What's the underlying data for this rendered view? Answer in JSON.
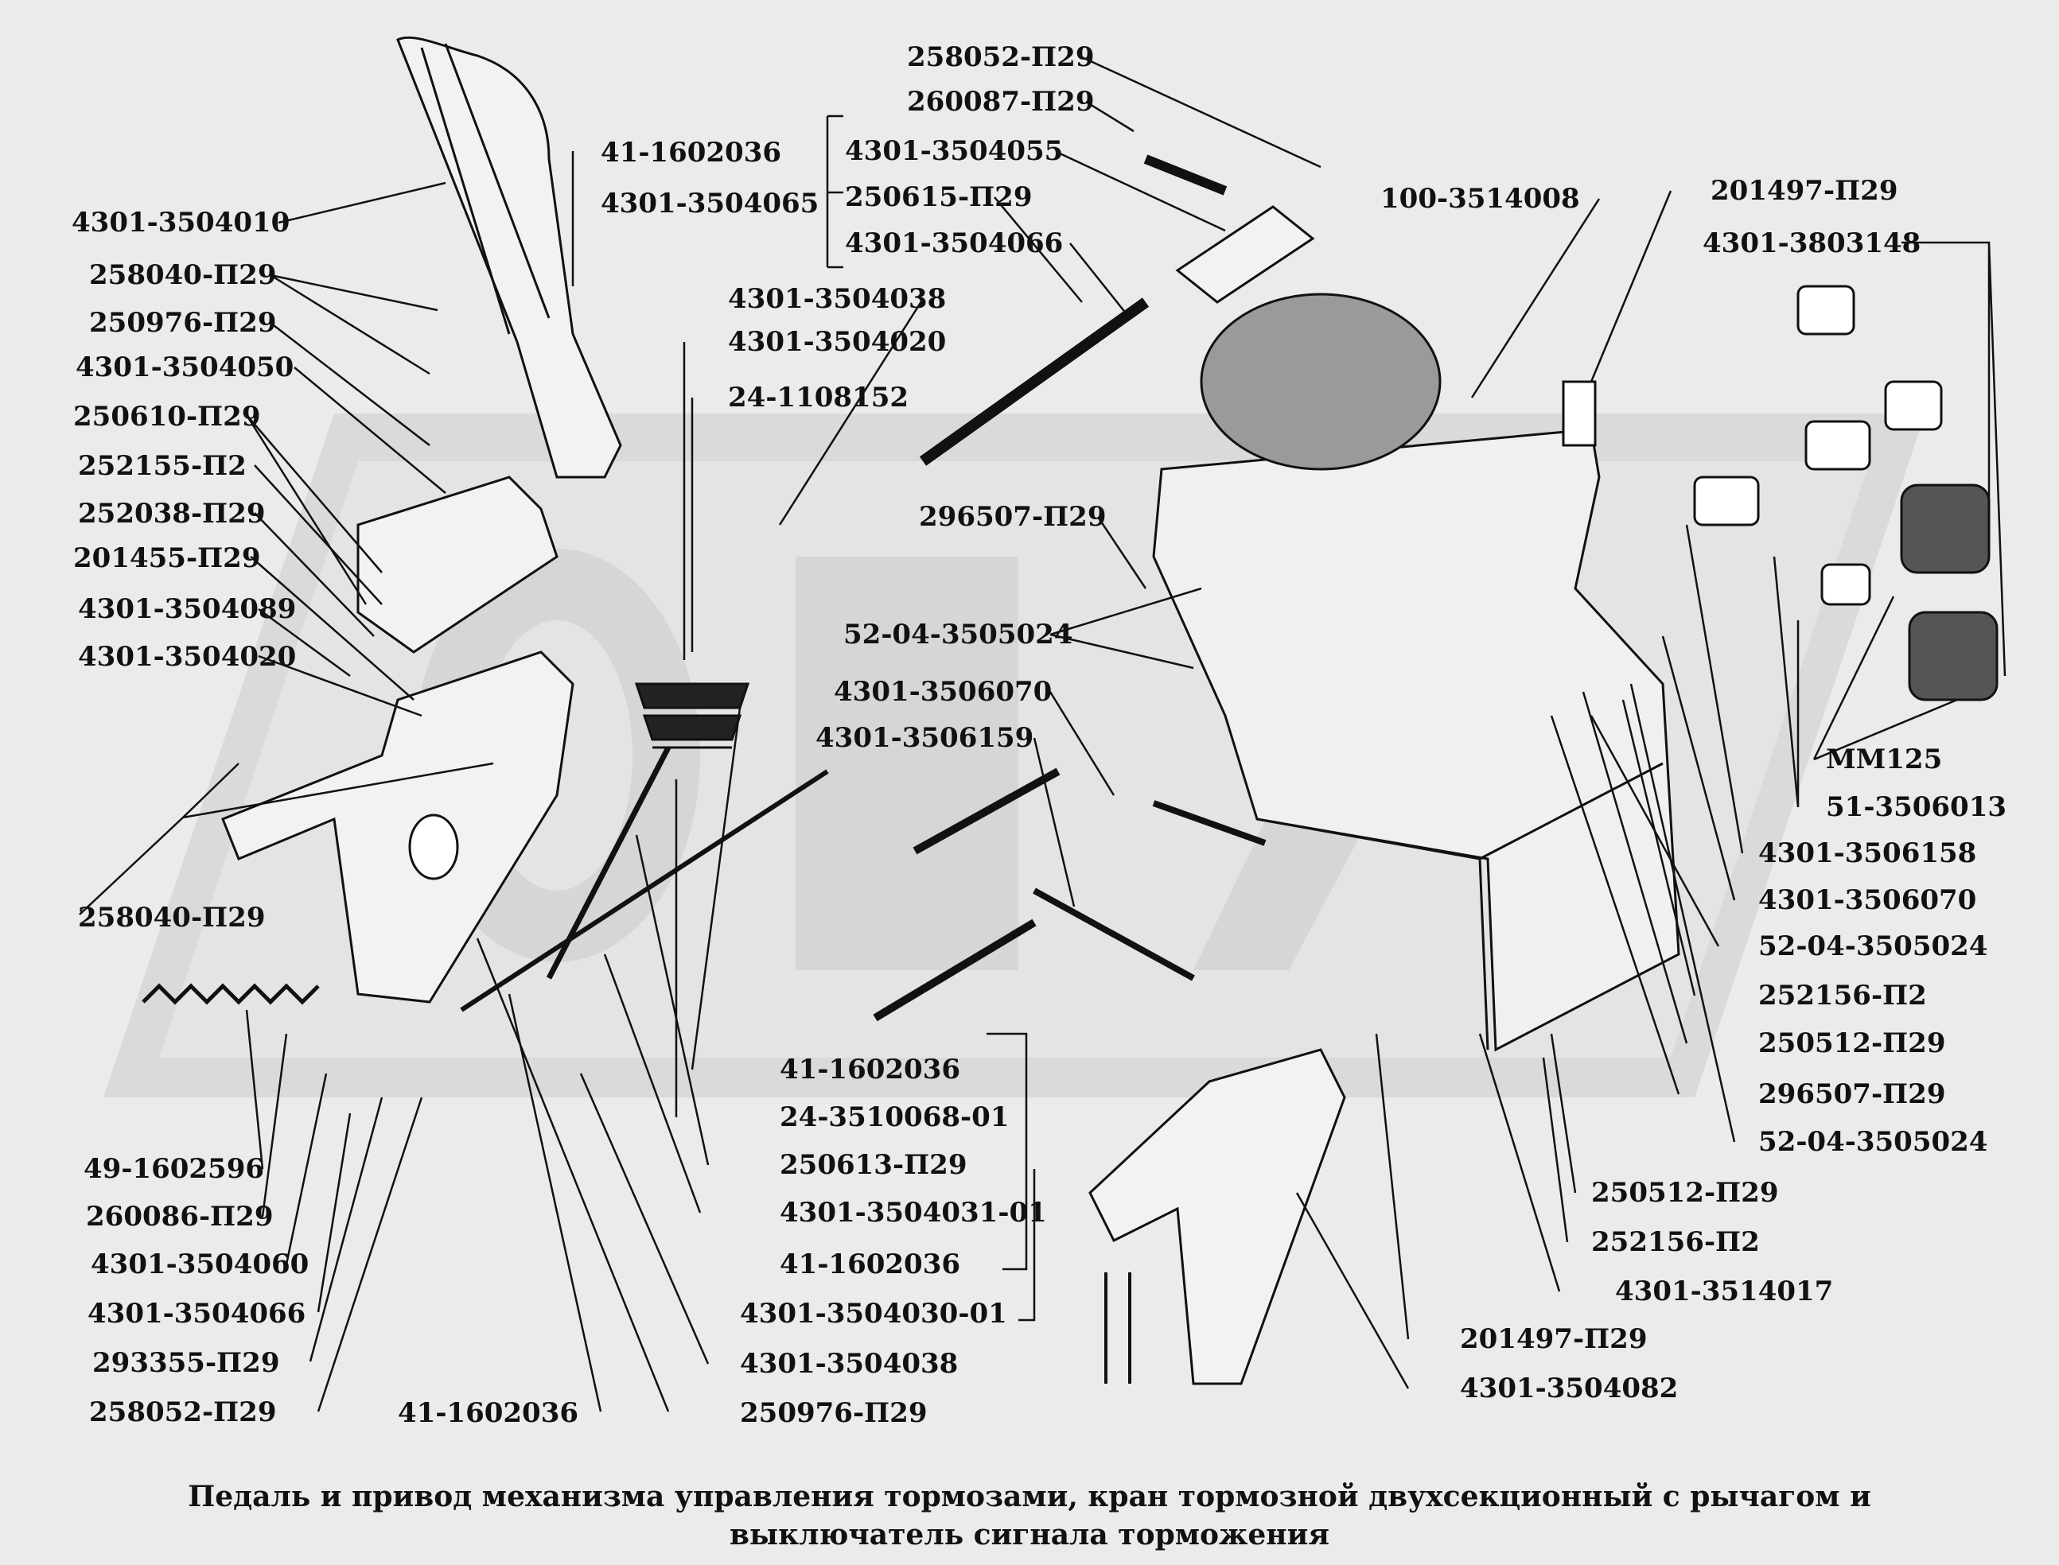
{
  "diagram": {
    "caption": {
      "line1": "Педаль и привод механизма управления тормозами, кран тормозной двухсекционный с рычагом и",
      "line2": "выключатель сигнала торможения"
    },
    "labels": [
      {
        "id": "l1",
        "text": "258052-П29"
      },
      {
        "id": "l2",
        "text": "260087-П29"
      },
      {
        "id": "l3",
        "text": "4301-3504055"
      },
      {
        "id": "l4",
        "text": "250615-П29"
      },
      {
        "id": "l5",
        "text": "4301-3504066"
      },
      {
        "id": "l6",
        "text": "41-1602036"
      },
      {
        "id": "l7",
        "text": "4301-3504065"
      },
      {
        "id": "l8",
        "text": "4301-3504010"
      },
      {
        "id": "l9",
        "text": "258040-П29"
      },
      {
        "id": "l10",
        "text": "250976-П29"
      },
      {
        "id": "l11",
        "text": "4301-3504050"
      },
      {
        "id": "l12",
        "text": "250610-П29"
      },
      {
        "id": "l13",
        "text": "252155-П2"
      },
      {
        "id": "l14",
        "text": "252038-П29"
      },
      {
        "id": "l15",
        "text": "201455-П29"
      },
      {
        "id": "l16",
        "text": "4301-3504089"
      },
      {
        "id": "l17",
        "text": "4301-3504020"
      },
      {
        "id": "l18",
        "text": "4301-3504038"
      },
      {
        "id": "l19",
        "text": "4301-3504020"
      },
      {
        "id": "l20",
        "text": "24-1108152"
      },
      {
        "id": "l21",
        "text": "100-3514008"
      },
      {
        "id": "l22",
        "text": "201497-П29"
      },
      {
        "id": "l23",
        "text": "4301-3803148"
      },
      {
        "id": "l24",
        "text": "296507-П29"
      },
      {
        "id": "l25",
        "text": "52-04-3505024"
      },
      {
        "id": "l26",
        "text": "4301-3506070"
      },
      {
        "id": "l27",
        "text": "4301-3506159"
      },
      {
        "id": "l28",
        "text": "258040-П29"
      },
      {
        "id": "l29",
        "text": "MM125"
      },
      {
        "id": "l30",
        "text": "51-3506013"
      },
      {
        "id": "l31",
        "text": "4301-3506158"
      },
      {
        "id": "l32",
        "text": "4301-3506070"
      },
      {
        "id": "l33",
        "text": "52-04-3505024"
      },
      {
        "id": "l34",
        "text": "252156-П2"
      },
      {
        "id": "l35",
        "text": "250512-П29"
      },
      {
        "id": "l36",
        "text": "296507-П29"
      },
      {
        "id": "l37",
        "text": "52-04-3505024"
      },
      {
        "id": "l38",
        "text": "41-1602036"
      },
      {
        "id": "l39",
        "text": "24-3510068-01"
      },
      {
        "id": "l40",
        "text": "250613-П29"
      },
      {
        "id": "l41",
        "text": "4301-3504031-01"
      },
      {
        "id": "l42",
        "text": "41-1602036"
      },
      {
        "id": "l43",
        "text": "4301-3504030-01"
      },
      {
        "id": "l44",
        "text": "4301-3504038"
      },
      {
        "id": "l45",
        "text": "250976-П29"
      },
      {
        "id": "l46",
        "text": "41-1602036"
      },
      {
        "id": "l47",
        "text": "49-1602596"
      },
      {
        "id": "l48",
        "text": "260086-П29"
      },
      {
        "id": "l49",
        "text": "4301-3504060"
      },
      {
        "id": "l50",
        "text": "4301-3504066"
      },
      {
        "id": "l51",
        "text": "293355-П29"
      },
      {
        "id": "l52",
        "text": "258052-П29"
      },
      {
        "id": "l53",
        "text": "250512-П29"
      },
      {
        "id": "l54",
        "text": "252156-П2"
      },
      {
        "id": "l55",
        "text": "4301-3514017"
      },
      {
        "id": "l56",
        "text": "201497-П29"
      },
      {
        "id": "l57",
        "text": "4301-3504082"
      }
    ]
  }
}
